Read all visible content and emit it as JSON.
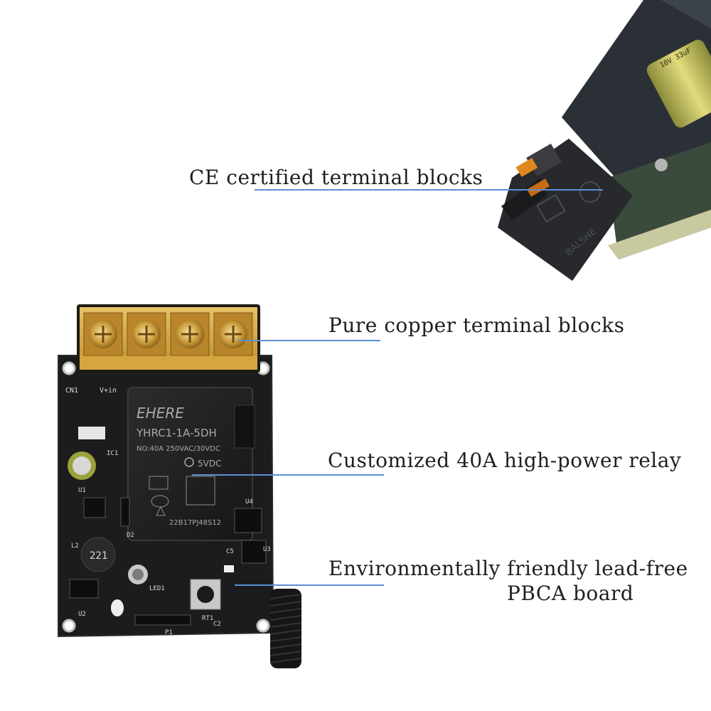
{
  "callouts": [
    {
      "text": "CE certified terminal blocks"
    },
    {
      "text": "Pure copper terminal blocks"
    },
    {
      "text": "Customized 40A high-power relay"
    },
    {
      "text": "Environmentally friendly lead-free"
    },
    {
      "text": "PBCA board"
    }
  ],
  "relay": {
    "brand": "EHERE",
    "model": "YHRC1-1A-5DH",
    "rating": "NO:40A 250VAC/30VDC",
    "coil": "5VDC",
    "batch": "22B17PJ48S12"
  },
  "closeup": {
    "cap_text": "10V 33uF",
    "block_text": "BALSHE"
  },
  "silkscreen": {
    "cn1": "CN1",
    "vin": "V+in",
    "ic1": "IC1",
    "u1": "U1",
    "u2": "U2",
    "u3": "U3",
    "u4": "U4",
    "l2": "L2",
    "inductor": "221",
    "led1": "LED1",
    "c5": "C5",
    "d2": "D2",
    "p1": "P1",
    "c2": "C2",
    "rt1": "RT1"
  },
  "colors": {
    "board": "#1c1c1e",
    "terminal_amber": "#e3b54a",
    "leader_line": "#5b8fd6"
  }
}
